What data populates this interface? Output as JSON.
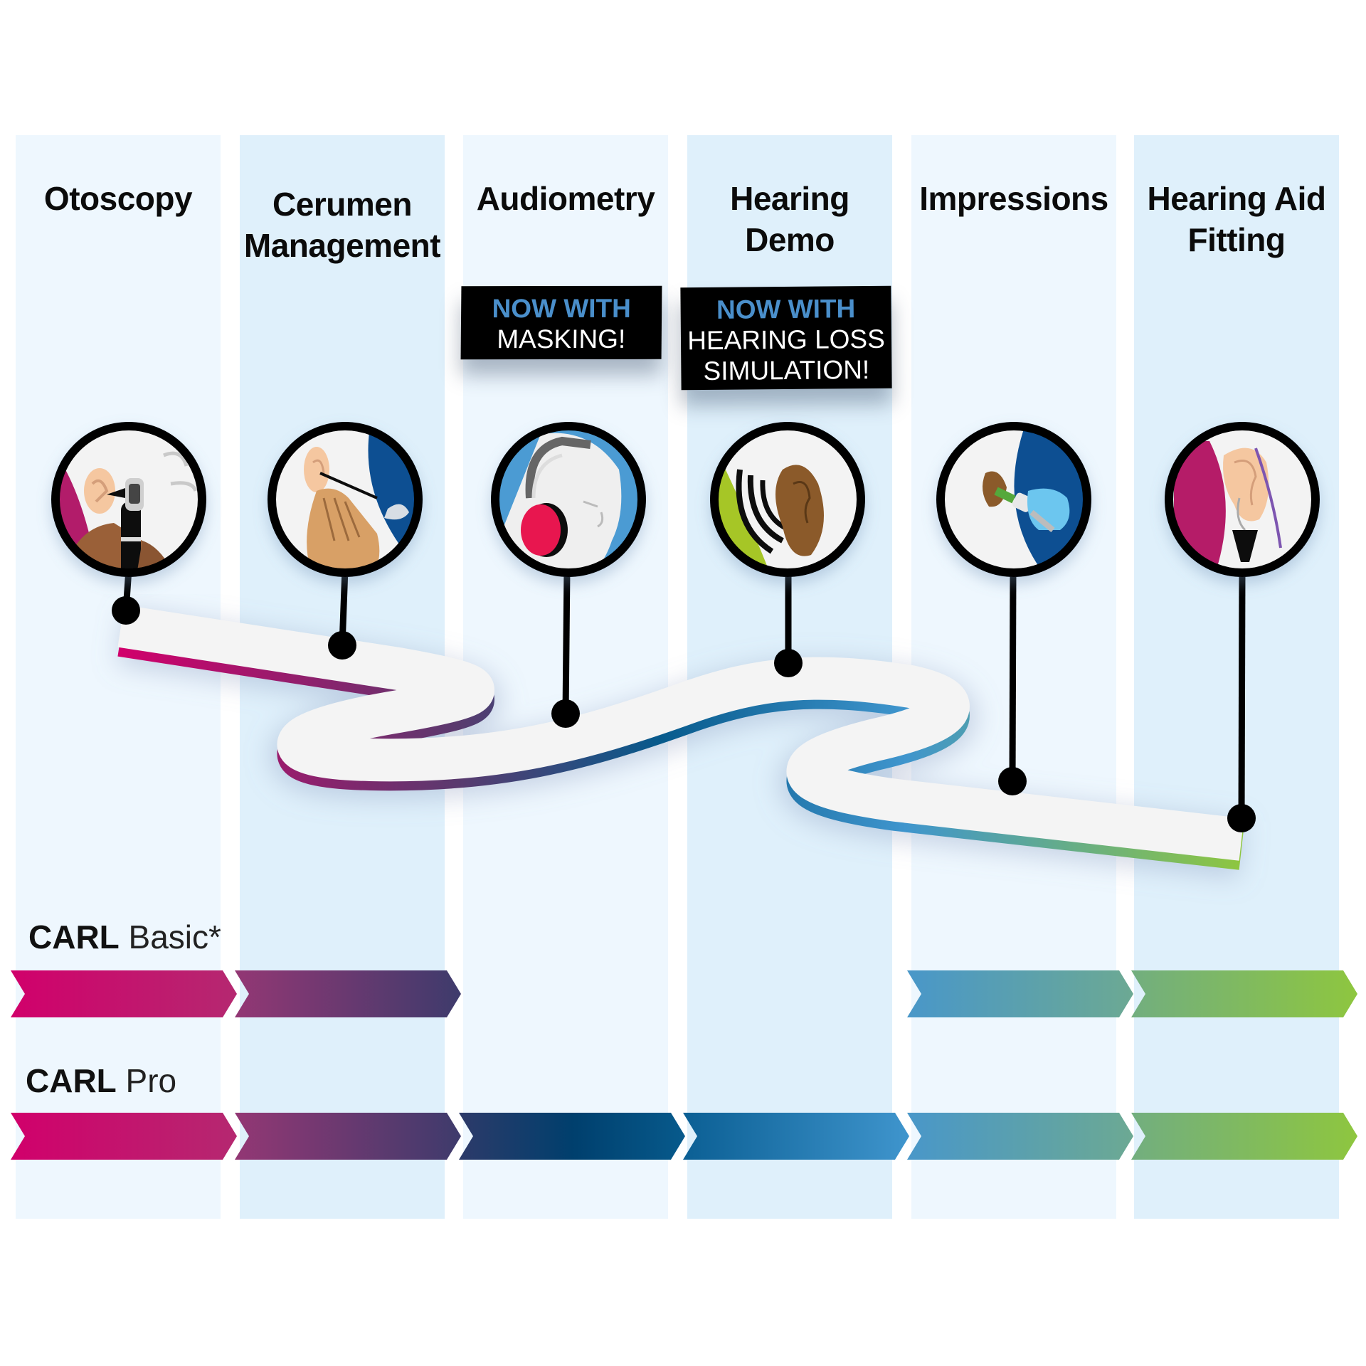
{
  "steps": [
    {
      "label": "Otoscopy",
      "icon": "otoscope-ear-icon",
      "shade": "light"
    },
    {
      "label": "Cerumen\nManagement",
      "icon": "ear-curette-icon",
      "shade": "mid"
    },
    {
      "label": "Audiometry",
      "icon": "headphones-head-icon",
      "shade": "light"
    },
    {
      "label": "Hearing\nDemo",
      "icon": "ear-soundwave-icon",
      "shade": "mid"
    },
    {
      "label": "Impressions",
      "icon": "ear-impression-syringe-icon",
      "shade": "light"
    },
    {
      "label": "Hearing Aid\nFitting",
      "icon": "hearing-aid-ear-icon",
      "shade": "mid"
    }
  ],
  "badges": [
    {
      "highlight": "NOW WITH",
      "text": "MASKING!",
      "step": "Audiometry"
    },
    {
      "highlight": "NOW WITH",
      "text": "HEARING LOSS\nSIMULATION!",
      "step": "Hearing Demo"
    }
  ],
  "plans": [
    {
      "brand": "CARL",
      "name": "Basic*",
      "included_steps": [
        0,
        1,
        4,
        5
      ]
    },
    {
      "brand": "CARL",
      "name": "Pro",
      "included_steps": [
        0,
        1,
        2,
        3,
        4,
        5
      ]
    }
  ],
  "colors": {
    "step_gradients": [
      [
        "#d1006b",
        "#b52870"
      ],
      [
        "#933774",
        "#3e3b6c"
      ],
      [
        "#2d3a69",
        "#003f6d",
        "#075a8c"
      ],
      [
        "#0b5f94",
        "#3f95cd"
      ],
      [
        "#4997c9",
        "#6ca993"
      ],
      [
        "#72ae7f",
        "#8ec63f"
      ]
    ],
    "road_edge": [
      "#d1006b",
      "#3e3b6c",
      "#075a8c",
      "#3f95cd",
      "#8ec63f"
    ],
    "badge_highlight": "#4a8fcb"
  }
}
